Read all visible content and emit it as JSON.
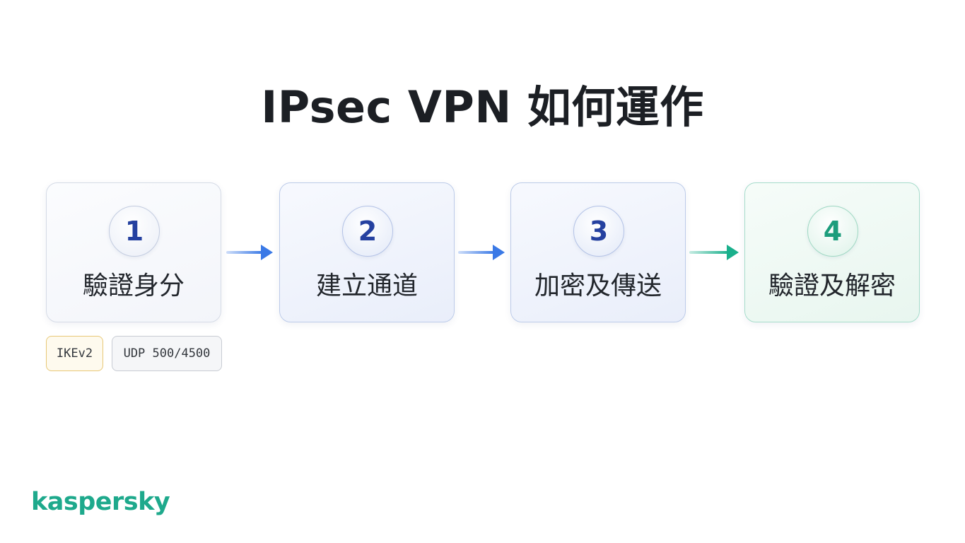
{
  "title": "IPsec VPN 如何運作",
  "steps": [
    {
      "number": "1",
      "label": "驗證身分"
    },
    {
      "number": "2",
      "label": "建立通道"
    },
    {
      "number": "3",
      "label": "加密及傳送"
    },
    {
      "number": "4",
      "label": "驗證及解密"
    }
  ],
  "tags": [
    "IKEv2",
    "UDP 500/4500"
  ],
  "brand": "kaspersky",
  "colors": {
    "accent_blue": "#3a79e6",
    "accent_teal": "#1ab08c",
    "number_blue": "#2541a0",
    "brand_green": "#1ea98c"
  }
}
